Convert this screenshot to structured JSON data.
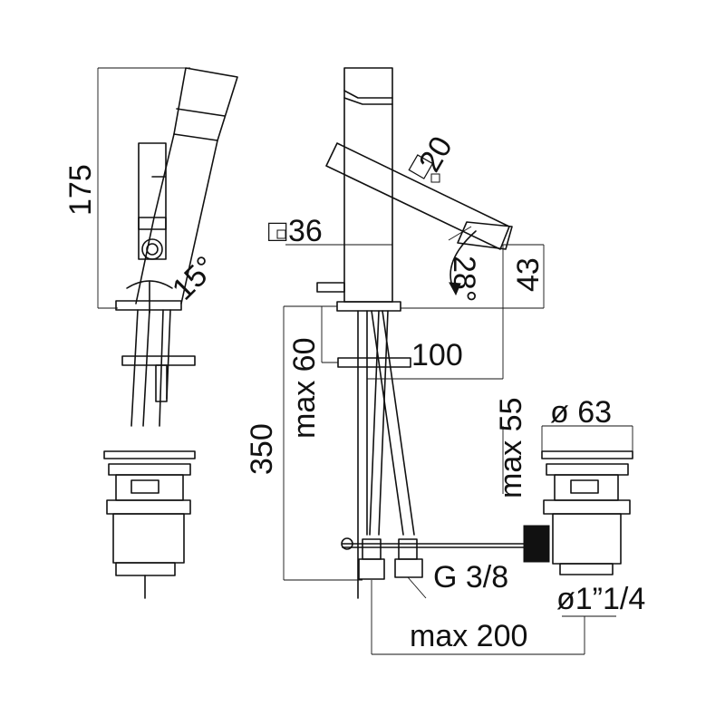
{
  "labels": {
    "h175": "175",
    "angle15": "15°",
    "sq36_sym": "□",
    "sq36_val": "36",
    "sq20_sym": "□",
    "sq20_val": "20",
    "angle28": "28°",
    "h43": "43",
    "max60": "max 60",
    "d100": "100",
    "h350": "350",
    "max55": "max 55",
    "dia63": "ø 63",
    "g38": "G 3/8",
    "dia114": "ø1”1/4",
    "max200": "max 200"
  }
}
